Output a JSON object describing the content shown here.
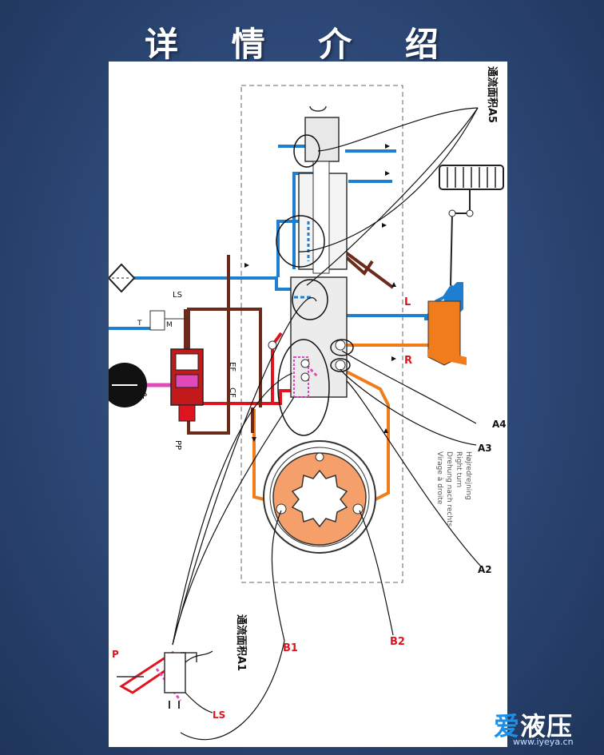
{
  "title": "详 情 介 绍",
  "diagram": {
    "labels": {
      "a5": "通流面积A5",
      "a1": "通流面积A1",
      "a4": "A4",
      "a3": "A3",
      "a2": "A2",
      "b1": "B1",
      "b2": "B2",
      "l": "L",
      "r": "R",
      "p_left": "P",
      "ls_left": "LS",
      "p_pump": "P",
      "ls": "LS",
      "t": "T",
      "m": "M",
      "ef": "EF",
      "cf": "CF",
      "pp": "PP"
    },
    "right_turn_text": [
      "Højredrejning",
      "Right turn",
      "Drehung nach rechts",
      "Virage à droite"
    ]
  },
  "brand": {
    "name_part1": "爱",
    "name_part2": "液压",
    "url": "www.iyeya.cn"
  },
  "colors": {
    "blue": "#1e7fd0",
    "orange": "#f07c1c",
    "red": "#e0141e",
    "brown": "#6b2a1a",
    "pink": "#e04ab8",
    "label_red": "#e0141e"
  }
}
